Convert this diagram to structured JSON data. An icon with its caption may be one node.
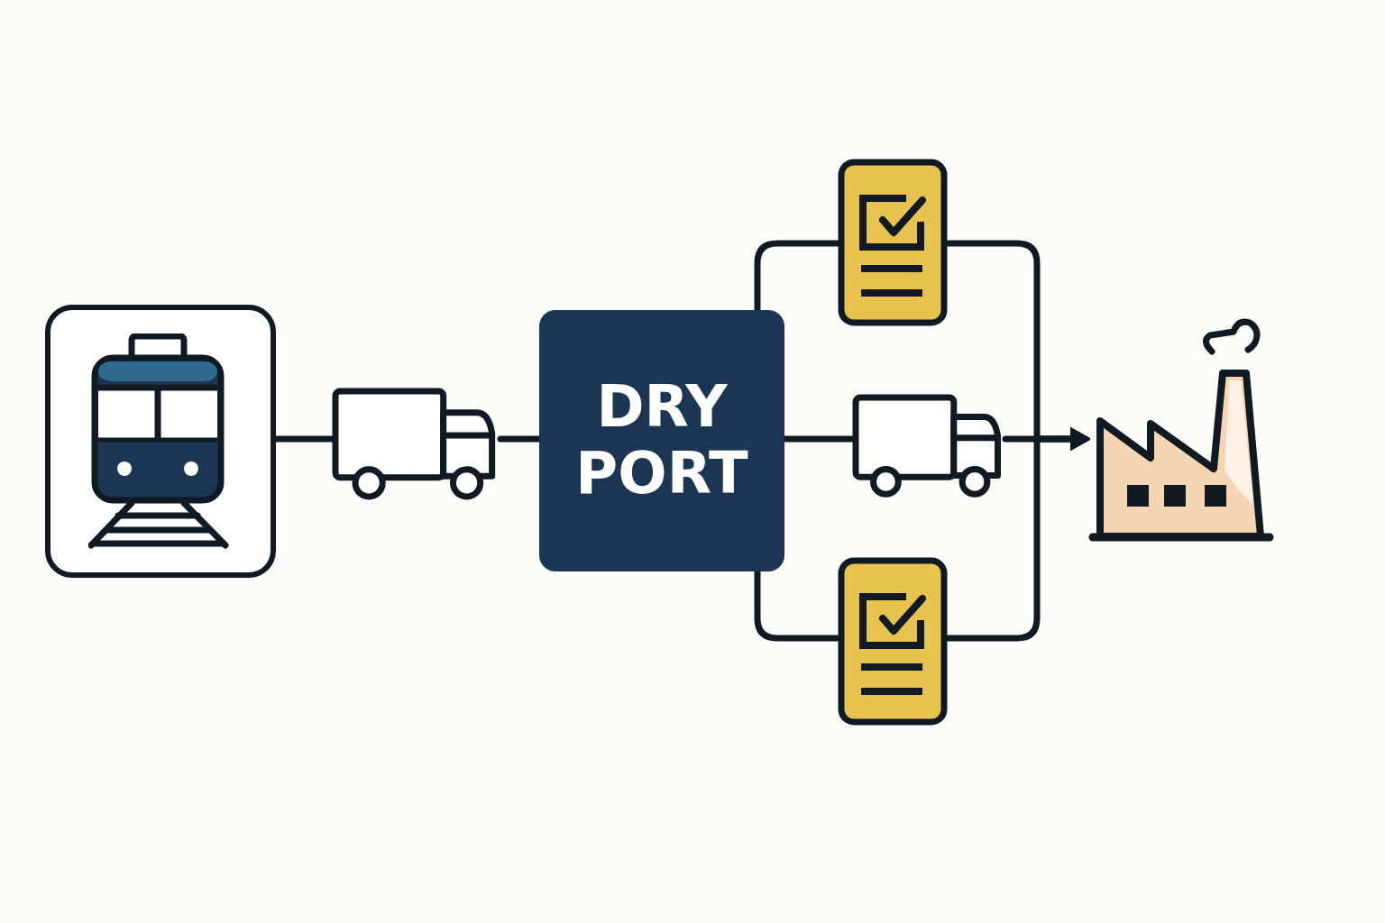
{
  "diagram": {
    "nodes": [
      {
        "text": [],
        "shape": "picture"
      },
      {
        "text": [],
        "shape": "picture"
      },
      {
        "text": [
          "DRY PORT"
        ]
      },
      {
        "text": [],
        "shape": "picture"
      },
      {
        "text": [],
        "shape": "picture"
      },
      {
        "text": [],
        "shape": "picture"
      },
      {
        "text": [],
        "shape": "picture"
      }
    ],
    "edges": [
      {
        "from": 0,
        "to": 1,
        "arrow": "none"
      },
      {
        "from": 1,
        "to": 2,
        "arrow": "none"
      },
      {
        "from": 2,
        "to": 3,
        "arrow": "none"
      },
      {
        "from": 2,
        "to": 4,
        "arrow": "none"
      },
      {
        "from": 2,
        "to": 5,
        "arrow": "none"
      },
      {
        "from": 3,
        "to": 6,
        "arrow": "to"
      },
      {
        "from": 4,
        "to": 6,
        "arrow": "to"
      },
      {
        "from": 5,
        "to": 6,
        "arrow": "to"
      }
    ]
  }
}
